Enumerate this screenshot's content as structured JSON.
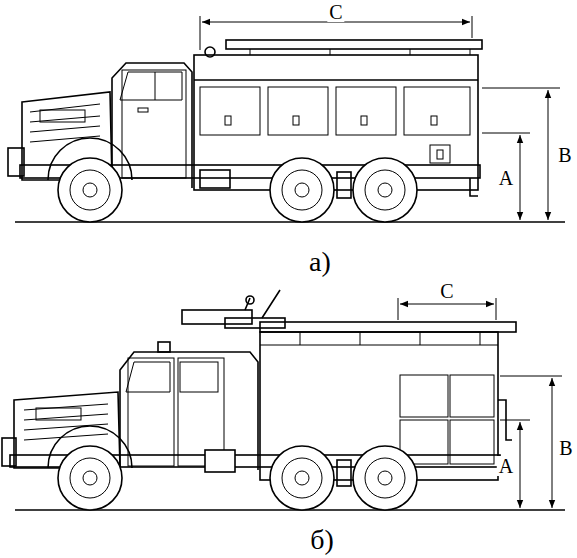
{
  "diagram": {
    "labels": [
      "C",
      "A",
      "B",
      "а)",
      "C",
      "A",
      "B",
      "б)"
    ]
  }
}
